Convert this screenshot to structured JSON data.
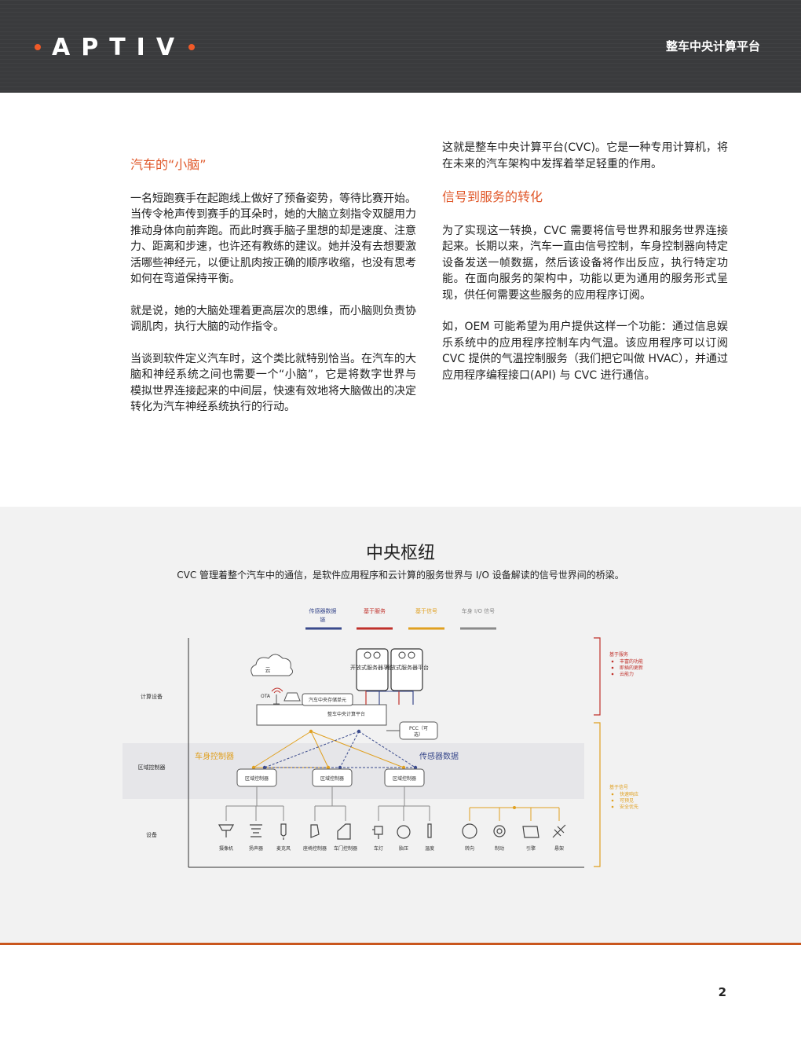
{
  "header": {
    "logo_text": "APTIV",
    "title": "整车中央计算平台",
    "colors": {
      "background": "#3a3b3d",
      "logo_dot": "#f05a28"
    }
  },
  "left_column": {
    "heading": "汽车的“小脑”",
    "paragraphs": [
      "一名短跑赛手在起跑线上做好了预备姿势，等待比赛开始。当传令枪声传到赛手的耳朵时，她的大脑立刻指令双腿用力推动身体向前奔跑。而此时赛手脑子里想的却是速度、注意力、距离和步速，也许还有教练的建议。她并没有去想要激活哪些神经元，以便让肌肉按正确的顺序收缩，也没有思考如何在弯道保持平衡。",
      "就是说，她的大脑处理着更高层次的思维，而小脑则负责协调肌肉，执行大脑的动作指令。",
      "当谈到软件定义汽车时，这个类比就特别恰当。在汽车的大脑和神经系统之间也需要一个“小脑”，它是将数字世界与模拟世界连接起来的中间层，快速有效地将大脑做出的决定转化为汽车神经系统执行的行动。"
    ]
  },
  "right_column": {
    "intro": "这就是整车中央计算平台(CVC)。它是一种专用计算机，将在未来的汽车架构中发挥着举足轻重的作用。",
    "heading": "信号到服务的转化",
    "paragraphs": [
      "为了实现这一转换，CVC 需要将信号世界和服务世界连接起来。长期以来，汽车一直由信号控制，车身控制器向特定设备发送一帧数据，然后该设备将作出反应，执行特定功能。在面向服务的架构中，功能以更为通用的服务形式呈现，供任何需要这些服务的应用程序订阅。",
      "如，OEM 可能希望为用户提供这样一个功能：通过信息娱乐系统中的应用程序控制车内气温。该应用程序可以订阅 CVC 提供的气温控制服务（我们把它叫做 HVAC），并通过应用程序编程接口(API) 与 CVC 进行通信。"
    ]
  },
  "diagram": {
    "title": "中央枢纽",
    "subtitle": "CVC 管理着整个汽车中的通信，是软件应用程序和云计算的服务世界与 I/O 设备解读的信号世界间的桥梁。",
    "legend": [
      {
        "label_line1": "传感器数据",
        "label_line2": "链",
        "color": "#3a4a8c"
      },
      {
        "label_line1": "基于服务",
        "label_line2": "",
        "color": "#c0312b"
      },
      {
        "label_line1": "基于信号",
        "label_line2": "",
        "color": "#e0a020"
      },
      {
        "label_line1": "车身 I/O 信号",
        "label_line2": "",
        "color": "#8a8a8a"
      }
    ],
    "row_labels": {
      "compute": "计算设备",
      "zone": "区域控制器",
      "devices": "设备"
    },
    "cloud_label": "云",
    "ota_label": "OTA",
    "storage_label": "汽车中央存储单元",
    "cvc_label": "整车中央计算平台",
    "platforms": [
      "开放式服务器平台",
      "开放式服务器平台"
    ],
    "pcc_label_line1": "PCC（可",
    "pcc_label_line2": "选）",
    "body_controller_label": "车身控制器",
    "sensor_data_label": "传感器数据",
    "zone_controllers": [
      "区域控制器",
      "区域控制器",
      "区域控制器"
    ],
    "devices": [
      "摄像机",
      "扬声器",
      "麦克风",
      "座椅控制器",
      "车门控制器",
      "车灯",
      "胎压",
      "温度",
      "转向",
      "制动",
      "引擎",
      "悬架"
    ],
    "service_note": {
      "title": "基于服务",
      "bullets": [
        "丰富的功能",
        "即插的更新",
        "云能力"
      ]
    },
    "signal_note": {
      "title": "基于信号",
      "bullets": [
        "快速响应",
        "可预见",
        "安全优先"
      ]
    }
  },
  "page_number": "2"
}
